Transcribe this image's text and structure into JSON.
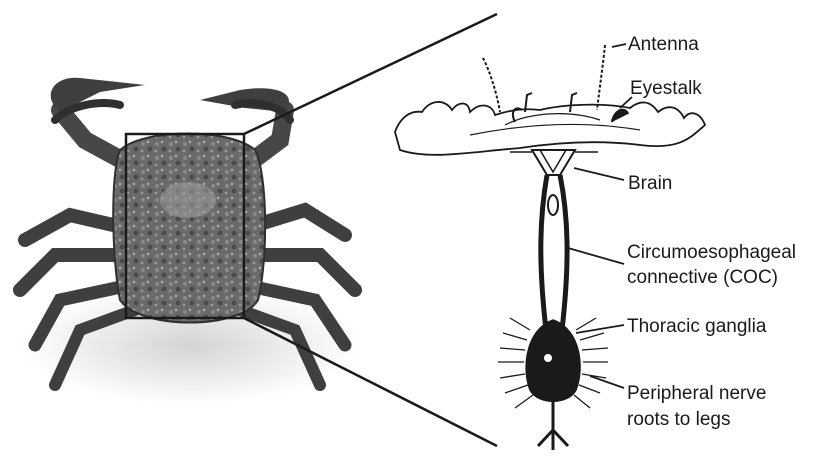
{
  "labels": {
    "antenna": "Antenna",
    "eyestalk": "Eyestalk",
    "brain": "Brain",
    "coc_line1": "Circumoesophageal",
    "coc_line2": "connective (COC)",
    "thoracic": "Thoracic ganglia",
    "peripheral_line1": "Peripheral nerve",
    "peripheral_line2": "roots to legs"
  },
  "colors": {
    "ink": "#1a1a1a",
    "crab_body": "#6f6f6f",
    "crab_dark": "#3f3f3f",
    "crab_light": "#a9a9a9"
  },
  "illustrations": {
    "crab": "photo-crab-top-view",
    "nervous_system": "crab-nervous-system-schematic"
  }
}
